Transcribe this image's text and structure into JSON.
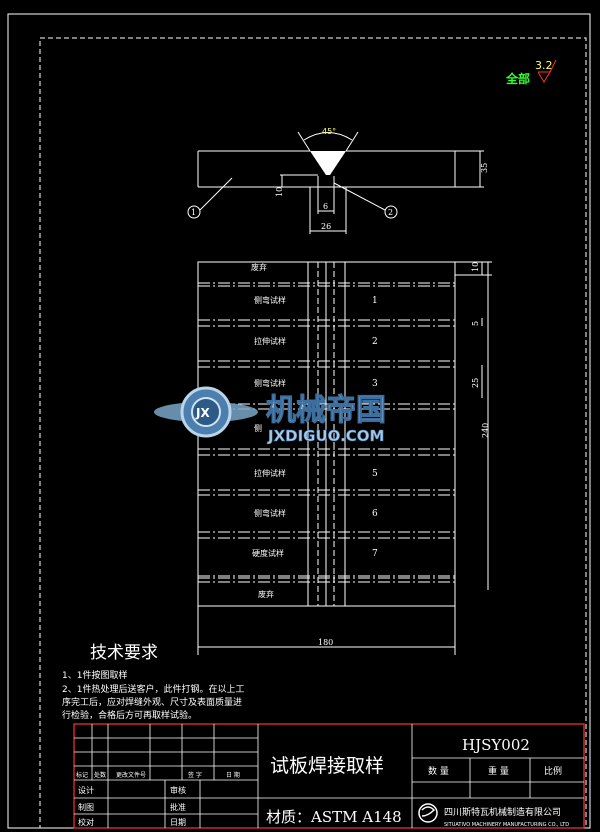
{
  "drawing": {
    "roughness": {
      "prefix": "全部",
      "value": "3.2"
    },
    "bevel": {
      "angle": "45°"
    },
    "dims": {
      "thickness": "35",
      "root": "10",
      "gap": "6",
      "width": "26",
      "length": "180",
      "total": "240",
      "d10": "10",
      "d5": "5",
      "d25": "25"
    },
    "parts": [
      "1",
      "2"
    ],
    "strips": [
      {
        "label": "废弃",
        "num": ""
      },
      {
        "label": "侧弯试样",
        "num": "1"
      },
      {
        "label": "拉伸试样",
        "num": "2"
      },
      {
        "label": "侧弯试样",
        "num": "3"
      },
      {
        "label": "侧",
        "num": ""
      },
      {
        "label": "拉伸试样",
        "num": "5"
      },
      {
        "label": "侧弯试样",
        "num": "6"
      },
      {
        "label": "硬度试样",
        "num": "7"
      },
      {
        "label": "废弃",
        "num": ""
      }
    ]
  },
  "watermark": {
    "cn": "机械帝国",
    "en": "JXDIGUO.COM",
    "logo": "JX"
  },
  "tech": {
    "title": "技术要求",
    "lines": [
      "1、1件按图取样",
      "2、1件热处理后送客户，此件打钢。在以上工",
      "序完工后，应对焊缝外观、尺寸及表面质量进",
      "行检验，合格后方可再取样试验。"
    ]
  },
  "titleblock": {
    "title": "试板焊接取样",
    "code": "HJSY002",
    "material": "材质：ASTM A148",
    "company": "四川斯特瓦机械制造有限公司",
    "company_en": "SITUATIVO MACHINERY MANUFACTURING CO., LTD",
    "qty": "数 量",
    "weight": "重 量",
    "scale": "比例",
    "revision": [
      "标记",
      "处数",
      "更改文件号",
      "签 字",
      "日 期"
    ],
    "design": "设计",
    "draw": "制图",
    "check": "校对",
    "review": "审核",
    "approve": "批准",
    "date": "日期"
  }
}
